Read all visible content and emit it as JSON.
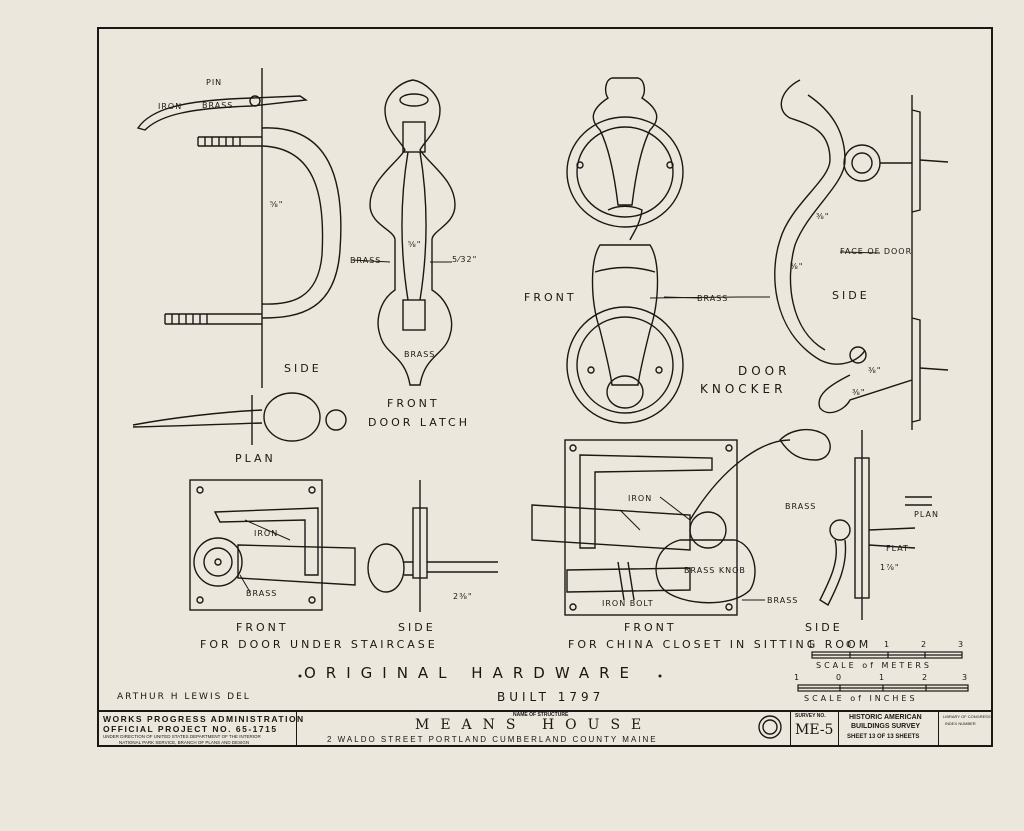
{
  "title": "ORIGINAL HARDWARE",
  "built": "BUILT 1797",
  "delineator": "ARTHUR H LEWIS DEL",
  "labels": {
    "pin": "PIN",
    "iron_top": "IRON",
    "brass_top": "BRASS",
    "dim_a": "⅝\"",
    "brass_handle": "BRASS",
    "side1": "SIDE",
    "plan1": "PLAN",
    "latch_dim1": "⅝\"",
    "latch_dim2": "5⁄32\"",
    "latch_brass": "BRASS",
    "front_latch": "FRONT",
    "door_latch": "DOOR LATCH",
    "front_knocker": "FRONT",
    "brass_knocker": "BRASS",
    "door_knocker1": "DOOR",
    "door_knocker2": "KNOCKER",
    "face_of_door": "FACE OF DOOR",
    "side_knocker": "SIDE",
    "knock_dim1": "⅜\"",
    "knock_dim2": "⅜\"",
    "knock_dim3": "⅜\"",
    "knock_dim4": "⅜\"",
    "iron_lock1": "IRON",
    "brass_lock1": "BRASS",
    "front_lock1": "FRONT",
    "side_lock1": "SIDE",
    "dim_2": "2⅜\"",
    "for_door": "FOR DOOR UNDER STAIRCASE",
    "iron_lock2": "IRON",
    "brass_knob": "BRASS KNOB",
    "iron_bolt": "IRON BOLT",
    "brass_lock2": "BRASS",
    "front_lock2": "FRONT",
    "for_china": "FOR CHINA CLOSET IN SITTING ROOM",
    "brass_side2": "BRASS",
    "plan2": "PLAN",
    "flat": "FLAT",
    "dim_3": "1⅞\"",
    "side_lock2": "SIDE"
  },
  "scales": {
    "meters_ticks": [
      "1",
      "0",
      "1",
      "2",
      "3"
    ],
    "meters_label": "SCALE of METERS",
    "inches_ticks": [
      "1",
      "0",
      "1",
      "2",
      "3"
    ],
    "inches_label": "SCALE of INCHES"
  },
  "title_block": {
    "agency_1": "WORKS PROGRESS ADMINISTRATION",
    "agency_2": "OFFICIAL PROJECT NO. 65-1715",
    "agency_3": "UNDER DIRECTION OF UNITED STATES DEPARTMENT OF THE INTERIOR",
    "agency_4": "NATIONAL PARK SERVICE, BRANCH OF PLANS AND DESIGN",
    "name_caption": "NAME OF STRUCTURE",
    "name": "MEANS HOUSE",
    "address": "2 WALDO STREET PORTLAND CUMBERLAND COUNTY MAINE",
    "survey_caption": "SURVEY NO.",
    "survey_no": "ME-5",
    "hab_1": "HISTORIC AMERICAN",
    "hab_2": "BUILDINGS SURVEY",
    "sheet": "SHEET 13 OF 13 SHEETS",
    "loc_1": "LIBRARY OF CONGRESS",
    "loc_2": "INDEX NUMBER"
  }
}
